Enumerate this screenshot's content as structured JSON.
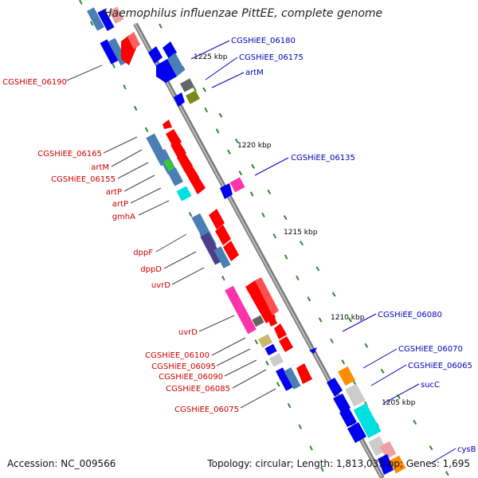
{
  "title": "Haemophilus influenzae PittEE, complete genome",
  "footer": {
    "accession": "Accession: NC_009566",
    "topology": "Topology: circular; Length: 1,813,033 bp; Genes: 1,695"
  },
  "ticks": [
    "1225 kbp",
    "1220 kbp",
    "1215 kbp",
    "1210 kbp",
    "1205 kbp"
  ],
  "labels_left": [
    "CGSHiEE_06190",
    "CGSHiEE_06165",
    "artM",
    "CGSHiEE_06155",
    "artP",
    "artP",
    "gmhA",
    "dppF",
    "dppD",
    "uvrD",
    "uvrD",
    "CGSHiEE_06100",
    "CGSHiEE_06095",
    "CGSHiEE_06090",
    "CGSHiEE_06085",
    "CGSHiEE_06075"
  ],
  "labels_right": [
    "CGSHiEE_06180",
    "CGSHiEE_06175",
    "artM",
    "CGSHiEE_06135",
    "CGSHiEE_06080",
    "CGSHiEE_06070",
    "CGSHiEE_06065",
    "sucC",
    "cysB"
  ],
  "colors": {
    "backbone": "#8a8a8a",
    "tick": "#2a8a2a",
    "label_left": "#cc0000",
    "label_right": "#0000bb",
    "leader": "#444444",
    "cds_forward": "#ff0000",
    "cds_reverse": "#0000ee",
    "cog_blue": "#4a7fb5",
    "cog_cyan": "#00e0e0",
    "cog_pink": "#ff33aa",
    "cog_green": "#33cc33",
    "cog_olive": "#7a8a1a",
    "cog_grey": "#666666",
    "cog_tan": "#c8b870",
    "cog_orange": "#ff8c00",
    "cog_salmon": "#f0a0a0",
    "cog_purple": "#4b3f8a"
  }
}
